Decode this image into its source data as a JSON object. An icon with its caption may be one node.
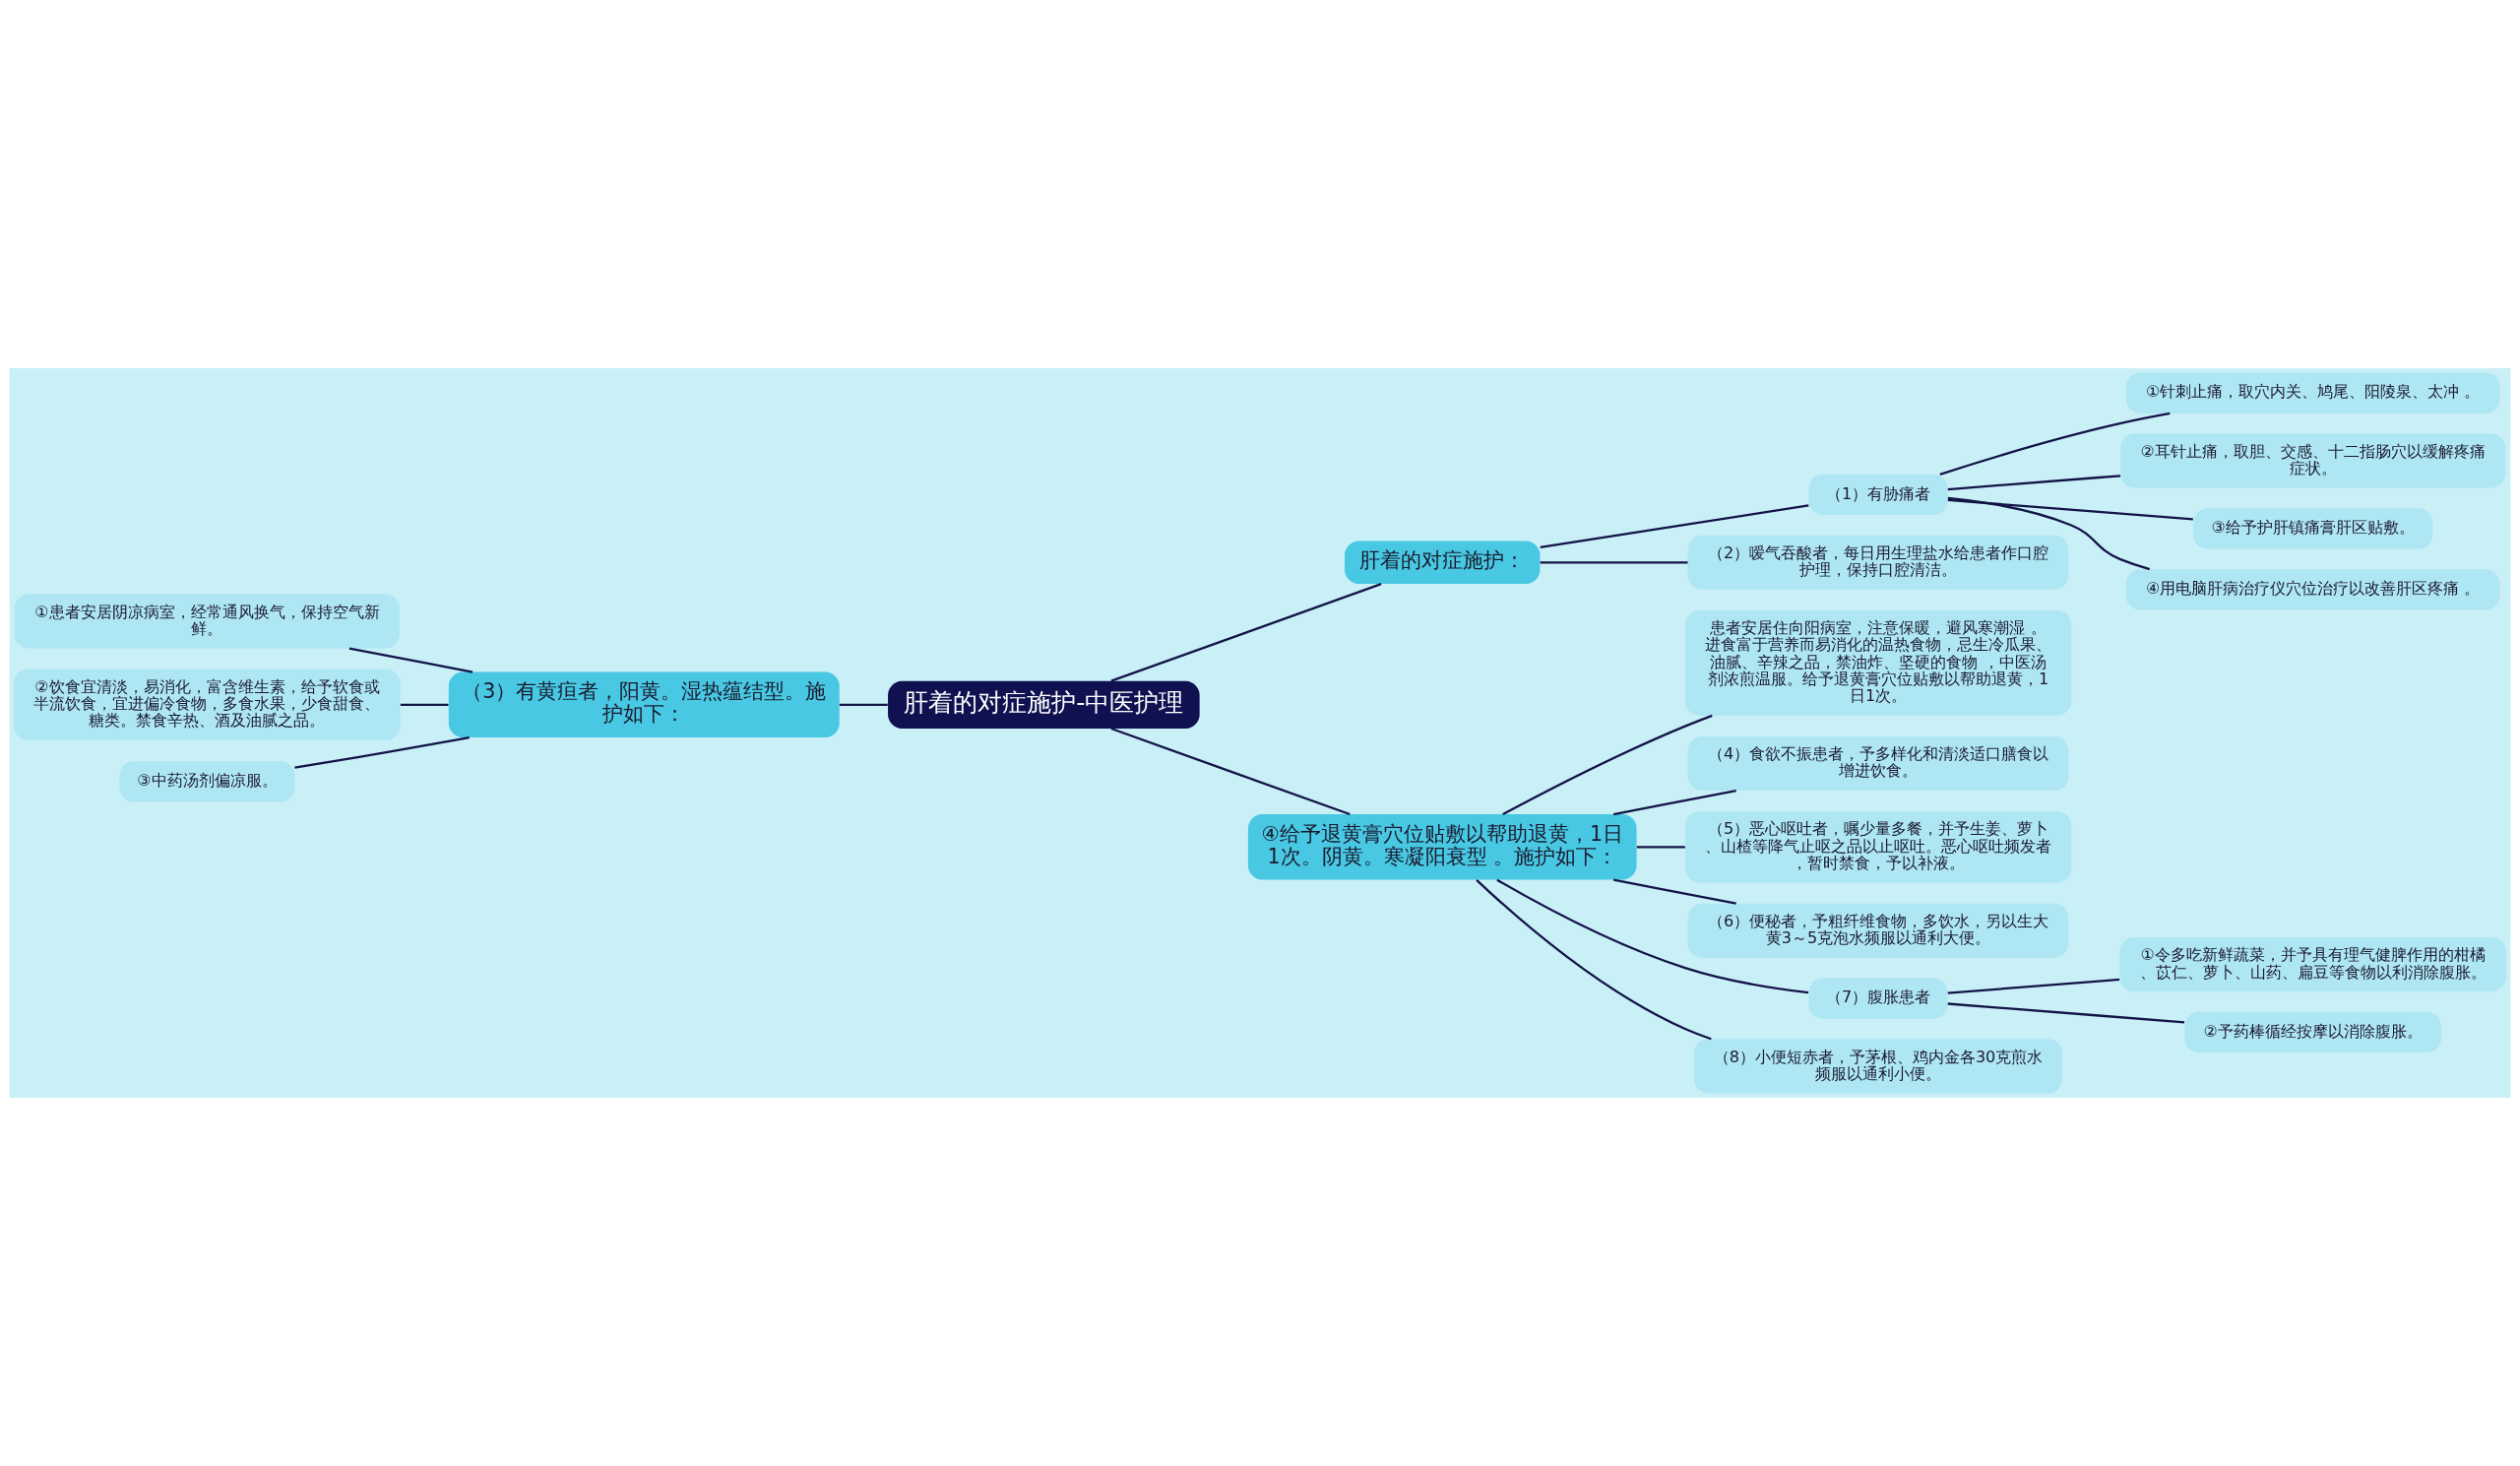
{
  "diagram": {
    "nodes": [
      {
        "text": [
          "肝着的对症施护-中医护理"
        ]
      },
      {
        "text": [
          "肝着的对症施护："
        ]
      },
      {
        "text": [
          "（1）有胁痛者"
        ]
      },
      {
        "text": [
          "①针刺止痛，取穴内关、鸠尾、阳陵泉、太冲 。"
        ]
      },
      {
        "text": [
          "②耳针止痛，取胆、交感、十二指肠穴以缓解疼痛症状。"
        ]
      },
      {
        "text": [
          "③给予护肝镇痛膏肝区贴敷。"
        ]
      },
      {
        "text": [
          "④用电脑肝病治疗仪穴位治疗以改善肝区疼痛 。"
        ]
      },
      {
        "text": [
          "（2）嗳气吞酸者，每日用生理盐水给患者作口腔护理，保持口腔清洁。"
        ]
      },
      {
        "text": [
          "④给予退黄膏穴位贴敷以帮助退黄，1日1次。阴黄。寒凝阳衰型 。施护如下："
        ]
      },
      {
        "text": [
          "患者安居住向阳病室，注意保暖，避风寒潮湿 。进食富于营养而易消化的温热食物，忌生冷瓜果、油腻、辛辣之品，禁油炸、坚硬的食物 ，中医汤剂浓煎温服。给予退黄膏穴位贴敷以帮助退黄，1日1次。"
        ]
      },
      {
        "text": [
          "（4）食欲不振患者，予多样化和清淡适口膳食以增进饮食。"
        ]
      },
      {
        "text": [
          "（5）恶心呕吐者，嘱少量多餐，并予生姜、萝卜、山楂等降气止呕之品以止呕吐。恶心呕吐频发者，暂时禁食，予以补液。"
        ]
      },
      {
        "text": [
          "（6）便秘者，予粗纤维食物，多饮水，另以生大黄3～5克泡水频服以通利大便。"
        ]
      },
      {
        "text": [
          "（7）腹胀患者"
        ]
      },
      {
        "text": [
          "①令多吃新鲜蔬菜，并予具有理气健脾作用的柑橘、苡仁、萝卜、山药、扁豆等食物以利消除腹胀。"
        ]
      },
      {
        "text": [
          "②予药棒循经按摩以消除腹胀。"
        ]
      },
      {
        "text": [
          "（8）小便短赤者，予茅根、鸡内金各30克煎水频服以通利小便。"
        ]
      },
      {
        "text": [
          "（3）有黄疸者，阳黄。湿热蕴结型。施护如下："
        ]
      },
      {
        "text": [
          "①患者安居阴凉病室，经常通风换气，保持空气新鲜。"
        ]
      },
      {
        "text": [
          "②饮食宜清淡，易消化，富含维生素，给予软食或半流饮食，宜进偏冷食物，多食水果，少食甜食、糖类。禁食辛热、酒及油腻之品。"
        ]
      },
      {
        "text": [
          "③中药汤剂偏凉服。"
        ]
      }
    ],
    "edges": [
      {
        "from": 0,
        "to": 1,
        "arrow": "none"
      },
      {
        "from": 1,
        "to": 2,
        "arrow": "none"
      },
      {
        "from": 2,
        "to": 3,
        "arrow": "none"
      },
      {
        "from": 2,
        "to": 4,
        "arrow": "none"
      },
      {
        "from": 2,
        "to": 5,
        "arrow": "none"
      },
      {
        "from": 2,
        "to": 6,
        "arrow": "none"
      },
      {
        "from": 1,
        "to": 7,
        "arrow": "none"
      },
      {
        "from": 0,
        "to": 8,
        "arrow": "none"
      },
      {
        "from": 8,
        "to": 9,
        "arrow": "none"
      },
      {
        "from": 8,
        "to": 10,
        "arrow": "none"
      },
      {
        "from": 8,
        "to": 11,
        "arrow": "none"
      },
      {
        "from": 8,
        "to": 12,
        "arrow": "none"
      },
      {
        "from": 8,
        "to": 13,
        "arrow": "none"
      },
      {
        "from": 13,
        "to": 14,
        "arrow": "none"
      },
      {
        "from": 13,
        "to": 15,
        "arrow": "none"
      },
      {
        "from": 8,
        "to": 16,
        "arrow": "none"
      },
      {
        "from": 0,
        "to": 17,
        "arrow": "none"
      },
      {
        "from": 17,
        "to": 18,
        "arrow": "none"
      },
      {
        "from": 17,
        "to": 19,
        "arrow": "none"
      },
      {
        "from": 17,
        "to": 20,
        "arrow": "none"
      }
    ]
  }
}
